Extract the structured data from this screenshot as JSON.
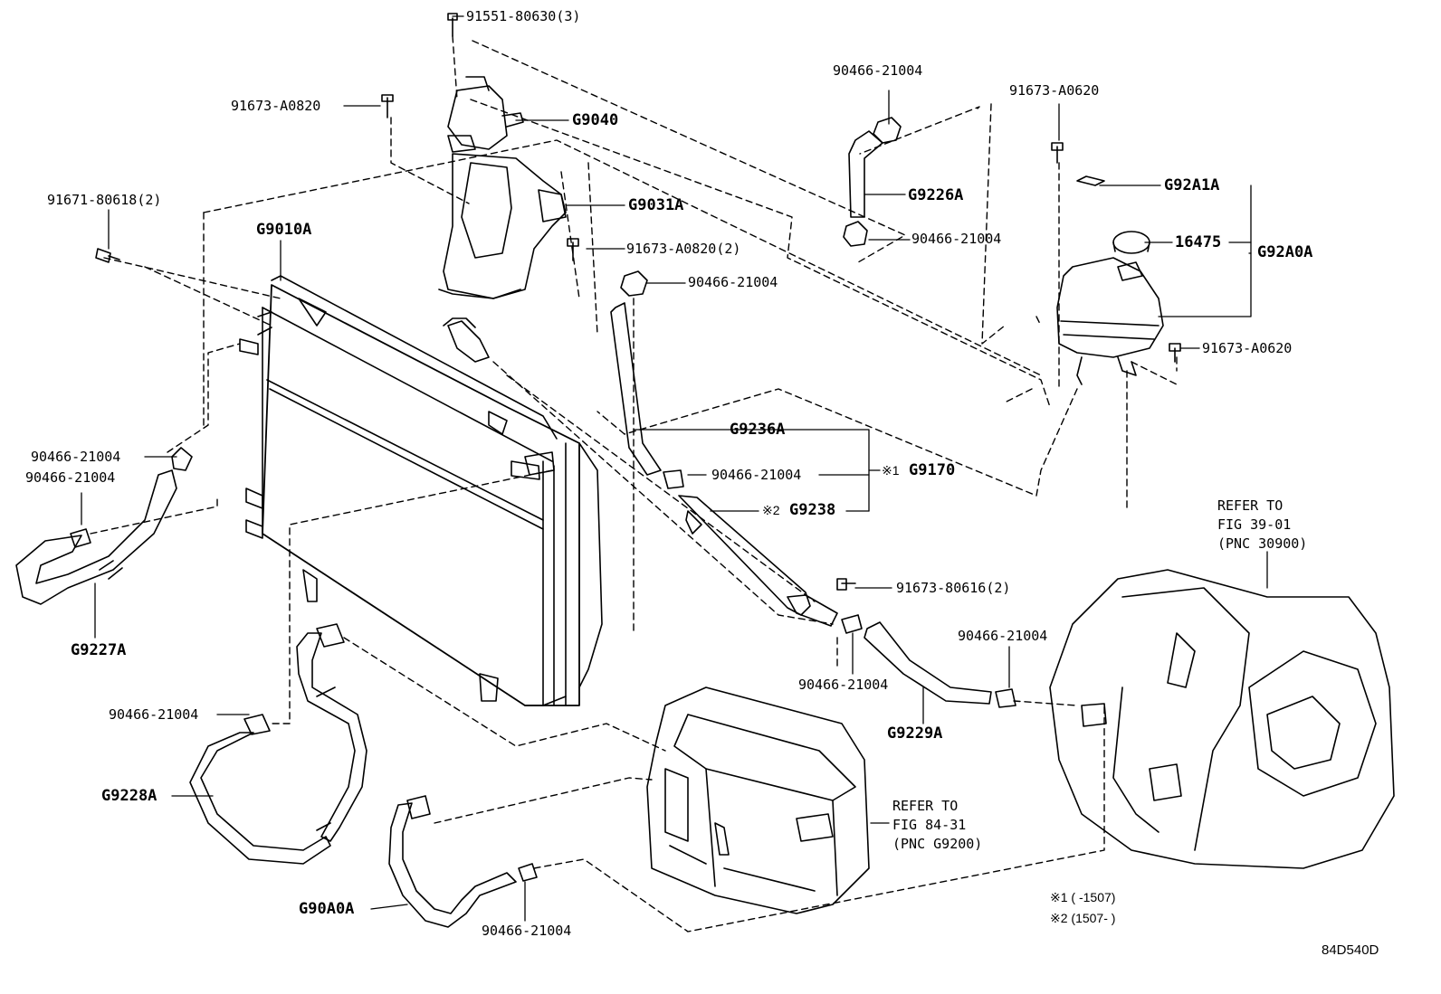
{
  "part_numbers": {
    "bolt_top": "91551-80630(3)",
    "bolt_pump": "91673-A0820",
    "pump": "G9040",
    "bracket": "G9031A",
    "bolt_bracket": "91673-A0820(2)",
    "bolt_radiator": "91671-80618(2)",
    "radiator": "G9010A",
    "clamp_top_hose_upper": "90466-21004",
    "hose_top": "G9226A",
    "clamp_top_hose_lower": "90466-21004",
    "clamp_g9236_upper": "90466-21004",
    "hose_g9236": "G9236A",
    "clamp_g9236_lower": "90466-21004",
    "assy_g9170": "G9170",
    "pipe_g9238": "G9238",
    "mark1": "※1",
    "mark2": "※2",
    "bolt_pipe": "91673-80616(2)",
    "clamp_g9229_left": "90466-21004",
    "clamp_g9229_right": "90466-21004",
    "hose_g9229": "G9229A",
    "bolt_reservoir_top": "91673-A0620",
    "reservoir_cap_label": "G92A1A",
    "cap": "16475",
    "reservoir": "G92A0A",
    "bolt_reservoir_side": "91673-A0620",
    "clamp_g9227_upper": "90466-21004",
    "clamp_g9227_lower": "90466-21004",
    "hose_g9227": "G9227A",
    "clamp_g9228": "90466-21004",
    "hose_g9228": "G9228A",
    "hose_g90a0": "G90A0A",
    "clamp_g90a0": "90466-21004"
  },
  "references": {
    "transaxle": [
      "REFER TO",
      "FIG 39-01",
      "(PNC 30900)"
    ],
    "inverter": [
      "REFER TO",
      "FIG 84-31",
      "(PNC G9200)"
    ]
  },
  "notes": {
    "note1": "※1 (        -1507)",
    "note2": "※2 (1507-        )"
  },
  "figure_code": "84D540D",
  "colors": {
    "line": "#000000",
    "background": "#ffffff"
  }
}
